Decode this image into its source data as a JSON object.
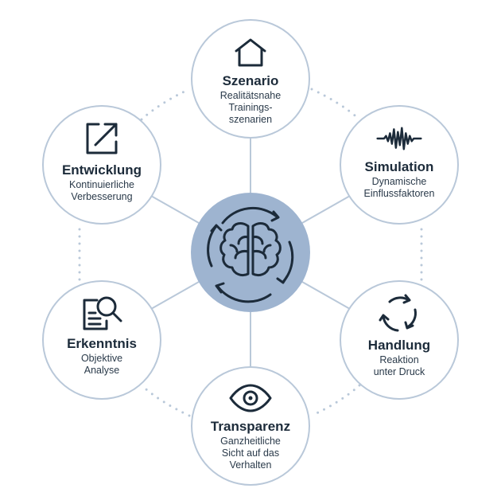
{
  "nodes": [
    {
      "title": "Szenario",
      "sub": [
        "Realitätsnahe",
        "Trainings-",
        "szenarien"
      ],
      "icon": "house-icon"
    },
    {
      "title": "Simulation",
      "sub": [
        "Dynamische",
        "Einflussfaktoren"
      ],
      "icon": "waveform-icon"
    },
    {
      "title": "Handlung",
      "sub": [
        "Reaktion",
        "unter Druck"
      ],
      "icon": "cycle-arrows-icon"
    },
    {
      "title": "Transparenz",
      "sub": [
        "Ganzheitliche",
        "Sicht auf das",
        "Verhalten"
      ],
      "icon": "eye-icon"
    },
    {
      "title": "Erkenntnis",
      "sub": [
        "Objektive",
        "Analyse"
      ],
      "icon": "document-search-icon"
    },
    {
      "title": "Entwicklung",
      "sub": [
        "Kontinuierliche",
        "Verbesserung"
      ],
      "icon": "arrow-up-right-icon"
    }
  ],
  "center": {
    "icon": "brain-cycle-icon"
  },
  "colors": {
    "accent": "#9eb4d0",
    "border": "#b9c8d9",
    "dots": "#b9c8d9",
    "text": "#1c2b3a"
  }
}
